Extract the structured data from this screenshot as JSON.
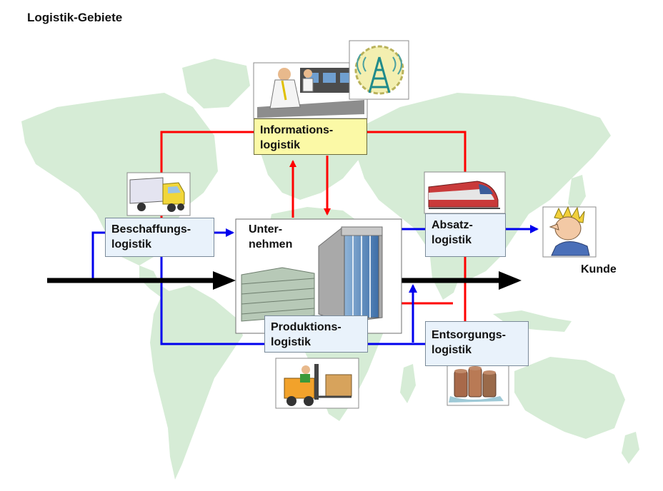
{
  "title": "Logistik-Gebiete",
  "nodes": {
    "information": [
      "Informations-",
      "logistik"
    ],
    "beschaffung": [
      "Beschaffungs-",
      "logistik"
    ],
    "unternehmen": [
      "Unter-",
      "nehmen"
    ],
    "absatz": [
      "Absatz-",
      "logistik"
    ],
    "produktion": [
      "Produktions-",
      "logistik"
    ],
    "entsorgung": [
      "Entsorgungs-",
      "logistik"
    ]
  },
  "customer_label": "Kunde",
  "icons": {
    "information": "office-workers-icon",
    "antenna": "antenna-icon",
    "beschaffung": "truck-icon",
    "absatz": "train-icon",
    "customer": "customer-icon",
    "produktion": "forklift-icon",
    "entsorgung": "barrels-icon",
    "unternehmen": "factory-building-icon"
  },
  "colors": {
    "information_flow": "#ff0000",
    "material_flow": "#0000ee",
    "main_flow": "#000000",
    "map": "#d6ecd6",
    "box_blue": "#e9f2fb",
    "box_yellow": "#fbf9a6"
  }
}
